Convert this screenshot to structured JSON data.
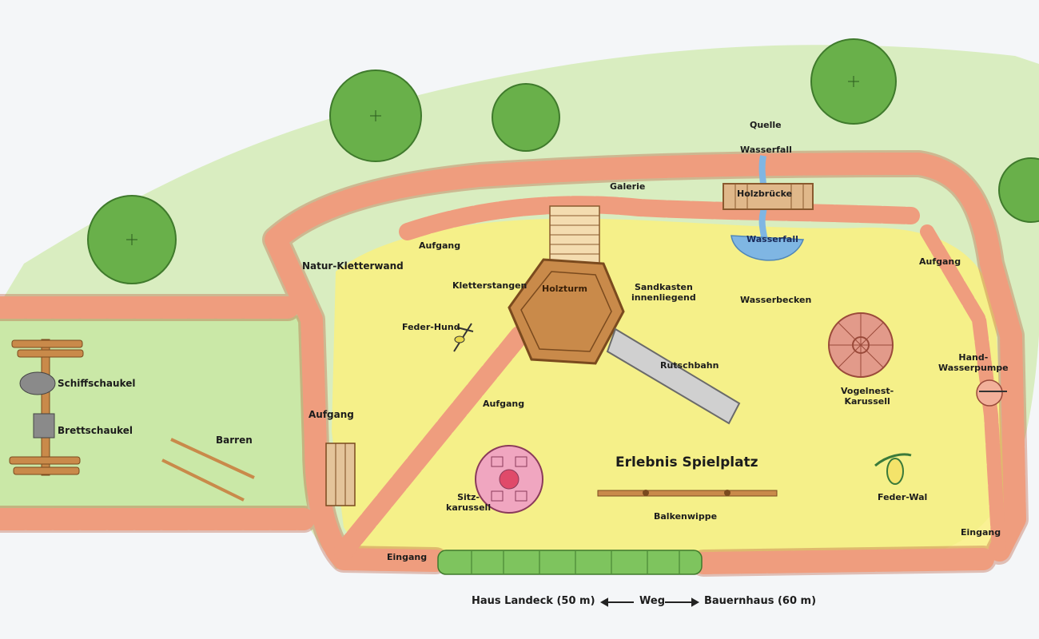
{
  "map": {
    "title": "Erlebnis Spielplatz",
    "labels": {
      "quelle": "Quelle",
      "wasserfall_top": "Wasserfall",
      "galerie": "Galerie",
      "holzbruecke": "Holzbrücke",
      "wasserfall_pool": "Wasserfall",
      "aufgang_top": "Aufgang",
      "aufgang_right": "Aufgang",
      "natur_kletterwand": "Natur-Kletterwand",
      "kletterstangen": "Kletterstangen",
      "holzturm": "Holzturm",
      "sandkasten_1": "Sandkasten",
      "sandkasten_2": "innenliegend",
      "wasserbecken": "Wasserbecken",
      "feder_hund": "Feder-Hund",
      "rutschbahn": "Rutschbahn",
      "hand_wasserpumpe_1": "Hand-",
      "hand_wasserpumpe_2": "Wasserpumpe",
      "vogelnest_1": "Vogelnest-",
      "vogelnest_2": "Karussell",
      "aufgang_mid": "Aufgang",
      "aufgang_left": "Aufgang",
      "schiffschaukel": "Schiffschaukel",
      "brettschaukel": "Brettschaukel",
      "barren": "Barren",
      "sitz_1": "Sitz-",
      "sitz_2": "karussell",
      "balkenwippe": "Balkenwippe",
      "feder_wal": "Feder-Wal",
      "eingang_bottom": "Eingang",
      "eingang_right": "Eingang"
    },
    "route": {
      "left": "Haus Landeck (50 m)",
      "middle": "Weg",
      "right": "Bauernhaus (60 m)"
    }
  },
  "colors": {
    "grass": "#b8dc8e",
    "sand": "#fbf07a",
    "brick": "#ef9d7e",
    "brick_stroke": "#b7553a",
    "wood": "#c98a4a",
    "tree": "#69b04a",
    "water": "#7fb6e3",
    "hedge": "#7ec45e"
  }
}
